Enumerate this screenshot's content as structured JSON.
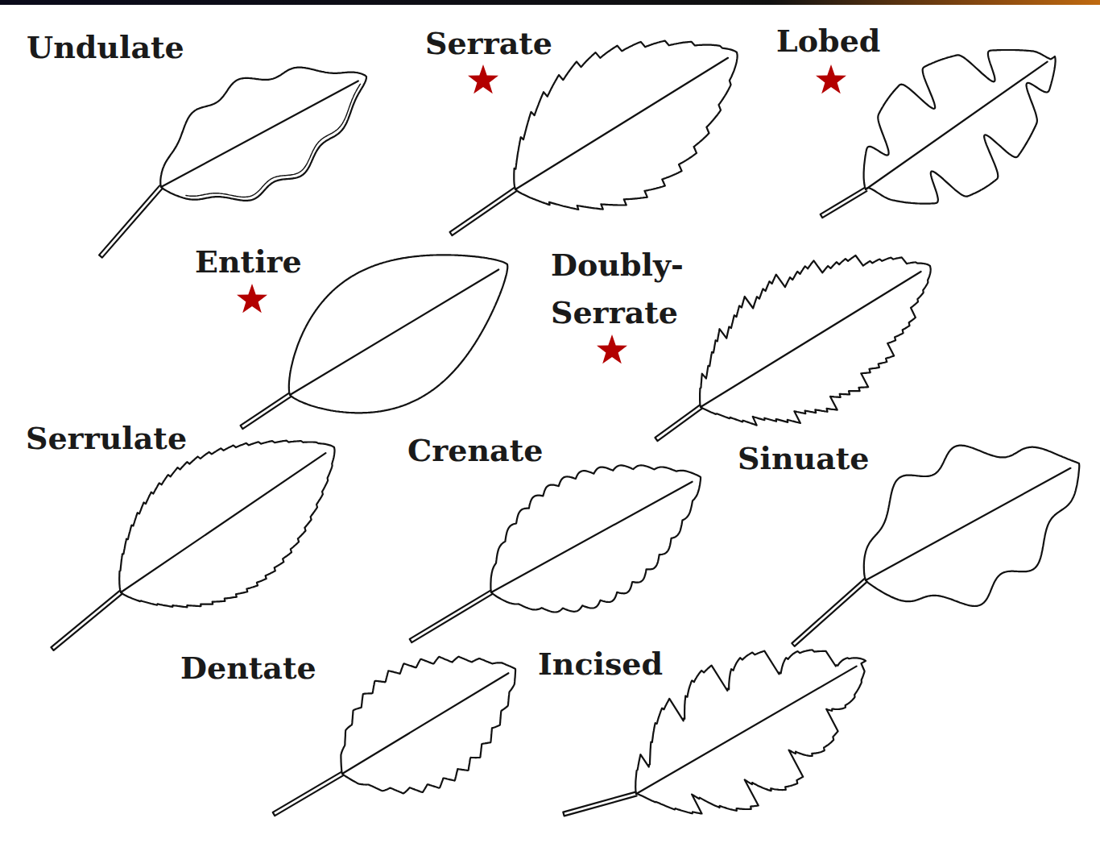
{
  "diagram": {
    "labels": [
      "Undulate",
      "Serrate",
      "Lobed",
      "Entire",
      "Doubly- Serrate",
      "Serrulate",
      "Crenate",
      "Sinuate",
      "Dentate",
      "Incised"
    ]
  }
}
